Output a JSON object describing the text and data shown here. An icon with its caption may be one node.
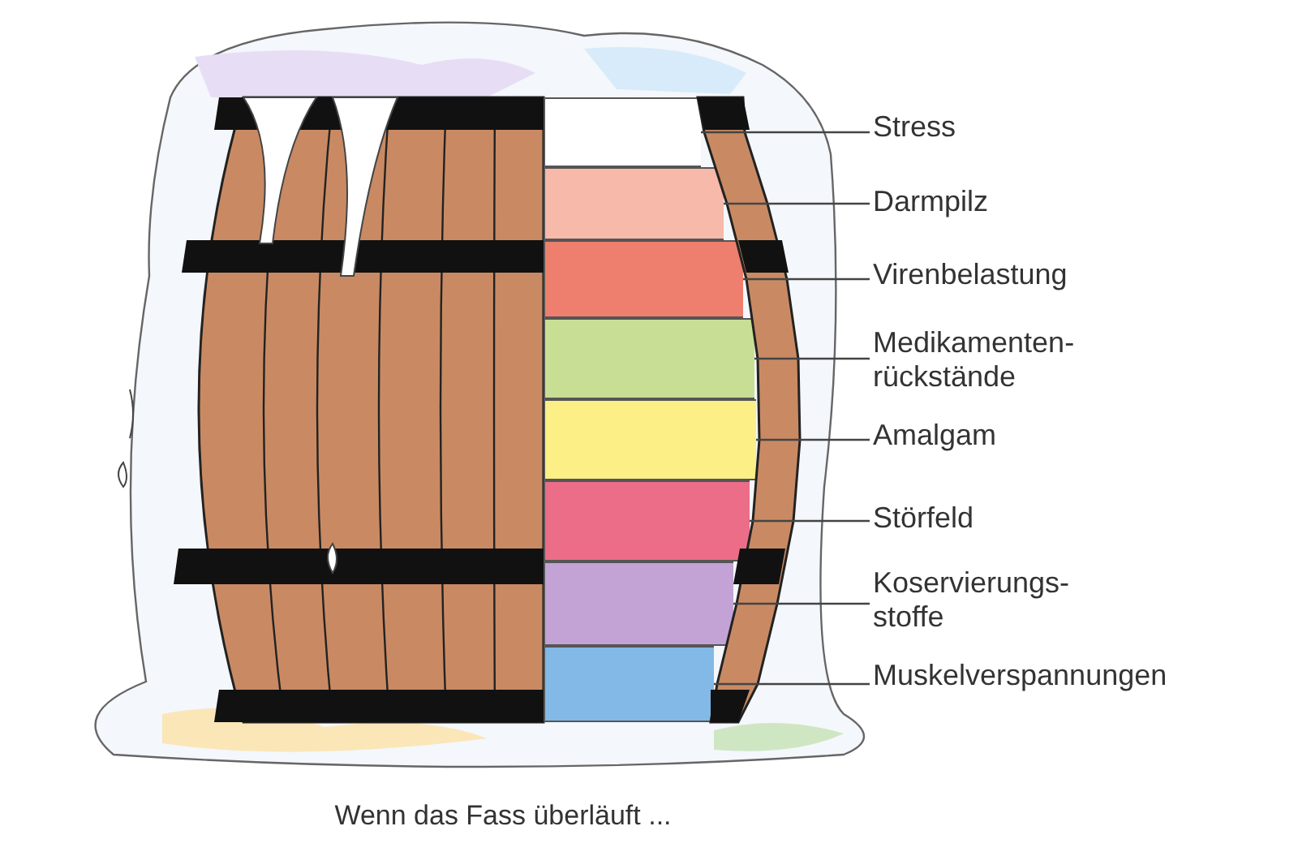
{
  "diagram": {
    "caption": "Wenn das Fass überläuft ...",
    "nodes": [
      {
        "text": [
          "Stress"
        ]
      },
      {
        "text": [
          "Darmpilz"
        ]
      },
      {
        "text": [
          "Virenbelastung"
        ]
      },
      {
        "text": [
          "Medikamenten-rückstände"
        ]
      },
      {
        "text": [
          "Amalgam"
        ]
      },
      {
        "text": [
          "Störfeld"
        ]
      },
      {
        "text": [
          "Koservierungs-stoffe"
        ]
      },
      {
        "text": [
          "Muskelverspannungen"
        ]
      },
      {
        "text": [],
        "shape": "bar"
      },
      {
        "text": [],
        "shape": "bar"
      },
      {
        "text": [],
        "shape": "bar"
      },
      {
        "text": [],
        "shape": "bar"
      },
      {
        "text": [],
        "shape": "bar"
      },
      {
        "text": [],
        "shape": "bar"
      },
      {
        "text": [],
        "shape": "bar"
      },
      {
        "text": [],
        "shape": "bar"
      }
    ],
    "edges": [
      {
        "from": 0,
        "to": 8,
        "arrow": "none"
      },
      {
        "from": 1,
        "to": 9,
        "arrow": "none"
      },
      {
        "from": 2,
        "to": 10,
        "arrow": "none"
      },
      {
        "from": 3,
        "to": 11,
        "arrow": "none"
      },
      {
        "from": 4,
        "to": 12,
        "arrow": "none"
      },
      {
        "from": 5,
        "to": 13,
        "arrow": "none"
      },
      {
        "from": 6,
        "to": 14,
        "arrow": "none"
      },
      {
        "from": 7,
        "to": 15,
        "arrow": "none"
      }
    ]
  }
}
